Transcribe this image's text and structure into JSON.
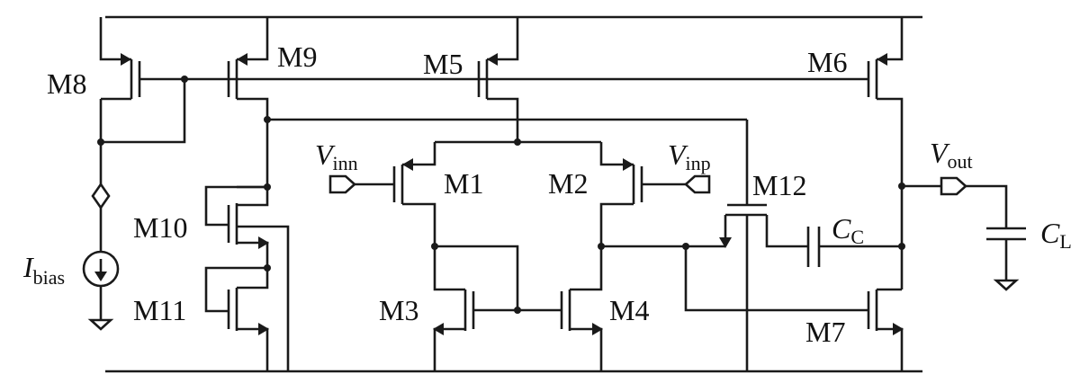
{
  "transistors": {
    "m1": "M1",
    "m2": "M2",
    "m3": "M3",
    "m4": "M4",
    "m5": "M5",
    "m6": "M6",
    "m7": "M7",
    "m8": "M8",
    "m9": "M9",
    "m10": "M10",
    "m11": "M11",
    "m12": "M12"
  },
  "nodes": {
    "vinn_main": "V",
    "vinn_sub": "inn",
    "vinp_main": "V",
    "vinp_sub": "inp",
    "vout_main": "V",
    "vout_sub": "out",
    "ibias_main": "I",
    "ibias_sub": "bias",
    "cc_main": "C",
    "cc_sub": "C",
    "cl_main": "C",
    "cl_sub": "L"
  }
}
